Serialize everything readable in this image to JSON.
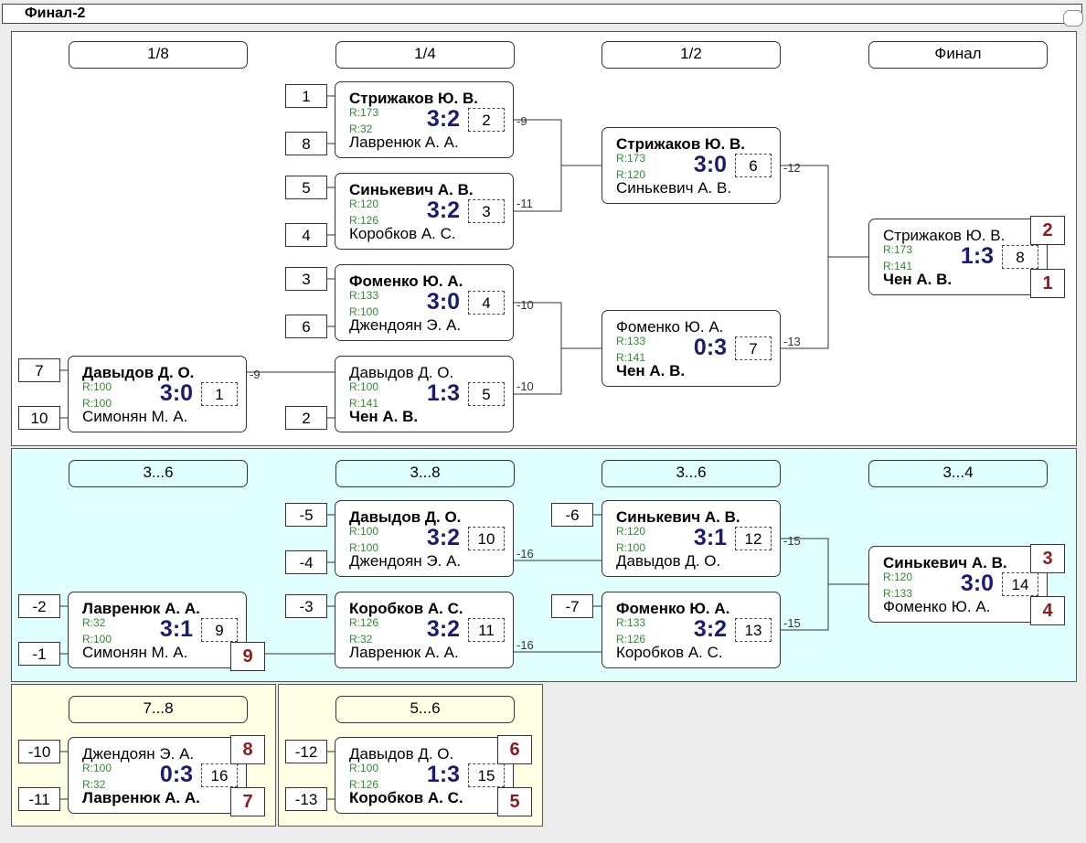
{
  "title": "Финал-2",
  "headers": {
    "m1": "1/8",
    "m2": "1/4",
    "m3": "1/2",
    "m4": "Финал",
    "c1": "3...6",
    "c2": "3...8",
    "c3": "3...6",
    "c4": "3...4",
    "l1": "7...8",
    "l2": "5...6"
  },
  "seeds": {
    "s1": "1",
    "s2": "8",
    "s3": "5",
    "s4": "4",
    "s5": "3",
    "s6": "6",
    "s7": "7",
    "s8": "10",
    "s9": "2",
    "s10": "-5",
    "s11": "-4",
    "s12": "-6",
    "s13": "-2",
    "s14": "-1",
    "s15": "-3",
    "s16": "-7",
    "s17": "-10",
    "s18": "-11",
    "s19": "-12",
    "s20": "-13"
  },
  "matches": {
    "m1": {
      "p1": "Стрижаков Ю. В.",
      "p2": "Лавренюк А. А.",
      "r1": "R:173",
      "r2": "R:32",
      "score": "3:2",
      "num": "2"
    },
    "m2": {
      "p1": "Синькевич А. В.",
      "p2": "Коробков А. С.",
      "r1": "R:120",
      "r2": "R:126",
      "score": "3:2",
      "num": "3"
    },
    "m3": {
      "p1": "Фоменко Ю. А.",
      "p2": "Джендоян Э. А.",
      "r1": "R:133",
      "r2": "R:100",
      "score": "3:0",
      "num": "4"
    },
    "m4": {
      "p1": "Давыдов Д. О.",
      "p2": "Чен А. В.",
      "r1": "R:100",
      "r2": "R:141",
      "score": "1:3",
      "num": "5"
    },
    "m5": {
      "p1": "Давыдов Д. О.",
      "p2": "Симонян М. А.",
      "r1": "R:100",
      "r2": "R:100",
      "score": "3:0",
      "num": "1"
    },
    "m6": {
      "p1": "Стрижаков Ю. В.",
      "p2": "Синькевич А. В.",
      "r1": "R:173",
      "r2": "R:120",
      "score": "3:0",
      "num": "6"
    },
    "m7": {
      "p1": "Фоменко Ю. А.",
      "p2": "Чен А. В.",
      "r1": "R:133",
      "r2": "R:141",
      "score": "0:3",
      "num": "7"
    },
    "m8": {
      "p1": "Стрижаков Ю. В.",
      "p2": "Чен А. В.",
      "r1": "R:173",
      "r2": "R:141",
      "score": "1:3",
      "num": "8"
    },
    "m9": {
      "p1": "Давыдов Д. О.",
      "p2": "Джендоян Э. А.",
      "r1": "R:100",
      "r2": "R:100",
      "score": "3:2",
      "num": "10"
    },
    "m10": {
      "p1": "Коробков А. С.",
      "p2": "Лавренюк А. А.",
      "r1": "R:126",
      "r2": "R:32",
      "score": "3:2",
      "num": "11"
    },
    "m11": {
      "p1": "Лавренюк А. А.",
      "p2": "Симонян М. А.",
      "r1": "R:32",
      "r2": "R:100",
      "score": "3:1",
      "num": "9"
    },
    "m12": {
      "p1": "Синькевич А. В.",
      "p2": "Давыдов Д. О.",
      "r1": "R:120",
      "r2": "R:100",
      "score": "3:1",
      "num": "12"
    },
    "m13": {
      "p1": "Фоменко Ю. А.",
      "p2": "Коробков А. С.",
      "r1": "R:133",
      "r2": "R:126",
      "score": "3:2",
      "num": "13"
    },
    "m14": {
      "p1": "Синькевич А. В.",
      "p2": "Фоменко Ю. А.",
      "r1": "R:120",
      "r2": "R:133",
      "score": "3:0",
      "num": "14"
    },
    "m15": {
      "p1": "Джендоян Э. А.",
      "p2": "Лавренюк А. А.",
      "r1": "R:100",
      "r2": "R:32",
      "score": "0:3",
      "num": "16"
    },
    "m16": {
      "p1": "Давыдов Д. О.",
      "p2": "Коробков А. С.",
      "r1": "R:100",
      "r2": "R:126",
      "score": "1:3",
      "num": "15"
    }
  },
  "places": {
    "f1": "2",
    "f2": "1",
    "t1": "3",
    "t2": "4",
    "n1": "9",
    "e1": "8",
    "e2": "7",
    "x1": "6",
    "x2": "5"
  },
  "labels": {
    "a": "-9",
    "b": "-11",
    "c": "-10",
    "d": "-10",
    "e": "-9",
    "f": "-12",
    "g": "-13",
    "h": "-16",
    "i": "-16",
    "j": "-15",
    "k": "-15"
  }
}
